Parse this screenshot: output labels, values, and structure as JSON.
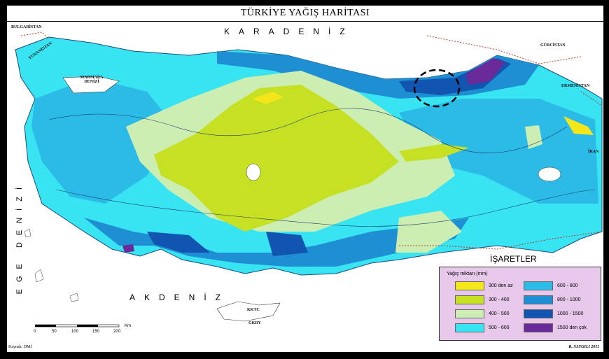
{
  "title": "TÜRKİYE YAĞIŞ HARİTASI",
  "seas": {
    "north": "KARADENİZ",
    "south": "AKDENİZ",
    "west": "EGE DENİZİ"
  },
  "countries": {
    "bulgaristan": "BULGARİSTAN",
    "yunanistan": "YUNANİSTAN",
    "gurcistan": "GÜRCİSTAN",
    "ermenistan": "ERMENİSTAN",
    "iran": "İRAN",
    "marmara": "MARMARA DENİZİ",
    "kktc": "KKTC",
    "gkry": "GKRY"
  },
  "scale": {
    "ticks": [
      "0",
      "50",
      "100",
      "150",
      "200"
    ],
    "unit": "Km"
  },
  "source": "Kaynak: DMİ",
  "author": "R. SAYGILI 2011",
  "legend": {
    "title": "İŞARETLER",
    "subtitle": "Yağış miktarı (mm)",
    "items": [
      {
        "label": "300 den az",
        "color": "#f5e51b"
      },
      {
        "label": "300 - 400",
        "color": "#c6e024"
      },
      {
        "label": "400 - 500",
        "color": "#cdeeb2"
      },
      {
        "label": "500 - 600",
        "color": "#38e3f2"
      },
      {
        "label": "600 - 800",
        "color": "#2cbbe6"
      },
      {
        "label": "800 - 1000",
        "color": "#1f8fd3"
      },
      {
        "label": "1000 - 1500",
        "color": "#1155b0"
      },
      {
        "label": "1500 den çok",
        "color": "#6a2a9a"
      }
    ]
  }
}
